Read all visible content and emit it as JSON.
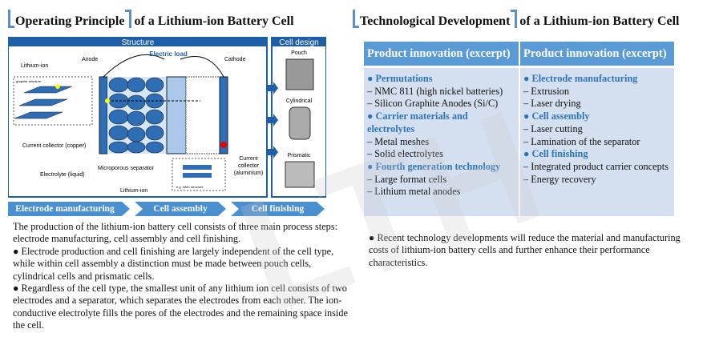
{
  "left": {
    "title_highlight": "Operating Principle",
    "title_rest": "of a Lithium-ion Battery Cell",
    "diagram": {
      "structure_label": "Structure",
      "cell_design_label": "Cell design",
      "labels": {
        "lithium_ion": "Lithium-ion",
        "graphite": "graphite structure",
        "anode": "Anode",
        "electric_load": "Electric load",
        "cathode": "Cathode",
        "collector_copper": "Current collector (copper)",
        "electrolyte": "Electrolyte (liquid)",
        "separator": "Microporous separator",
        "lithium_ion2": "Lithium-ion",
        "nmc": "e.g. NMC structure",
        "collector_al": "Current collector (aluminium)"
      },
      "cell_types": [
        "Pouch",
        "Cylindrical",
        "Prismatic"
      ]
    },
    "process_steps": [
      "Electrode manufacturing",
      "Cell assembly",
      "Cell finishing"
    ],
    "paragraphs": [
      "The production of the lithium-ion battery cell consists of three main process steps: electrode manufacturing, cell assembly and cell finishing.",
      "● Electrode production and cell finishing are largely independent of the cell type, while within cell assembly a distinction must be made between pouch cells, cylindrical cells and prismatic cells.",
      "● Regardless of the cell type, the smallest unit of any lithium ion cell consists of two electrodes and a separator, which separates the electrodes from each other. The ion-conductive electrolyte fills the pores of the electrodes and the remaining space inside the cell."
    ]
  },
  "right": {
    "title_highlight": "Technological Development",
    "title_rest": "of a Lithium-ion Battery Cell",
    "table": {
      "headers": [
        "Product innovation (excerpt)",
        "Product innovation (excerpt)"
      ],
      "columns": [
        [
          {
            "t": "● Permutations",
            "h": true
          },
          {
            "t": "– NMC 811 (high nickel batteries)"
          },
          {
            "t": "– Silicon Graphite Anodes (Si/C)"
          },
          {
            "t": "● Carrier materials and electrolytes",
            "h": true
          },
          {
            "t": "– Metal meshes"
          },
          {
            "t": "– Solid electrolytes"
          },
          {
            "t": "● Fourth generation technology",
            "h": true
          },
          {
            "t": "– Large format cells"
          },
          {
            "t": "– Lithium metal anodes"
          }
        ],
        [
          {
            "t": "● Electrode manufacturing",
            "h": true
          },
          {
            "t": "– Extrusion"
          },
          {
            "t": "– Laser drying"
          },
          {
            "t": "● Cell assembly",
            "h": true
          },
          {
            "t": "– Laser cutting"
          },
          {
            "t": "– Lamination of the separator"
          },
          {
            "t": "● Cell finishing",
            "h": true
          },
          {
            "t": "– Integrated product carrier concepts"
          },
          {
            "t": "– Energy recovery"
          }
        ]
      ]
    },
    "note": "● Recent technology developments will reduce the material and manufacturing costs of lithium-ion battery cells and further enhance their performance characteristics."
  },
  "colors": {
    "accent": "#5b9bd5",
    "heading": "#2e74b5",
    "diagram_blue": "#1f5fa8",
    "table_body": "#d4e0f0"
  }
}
